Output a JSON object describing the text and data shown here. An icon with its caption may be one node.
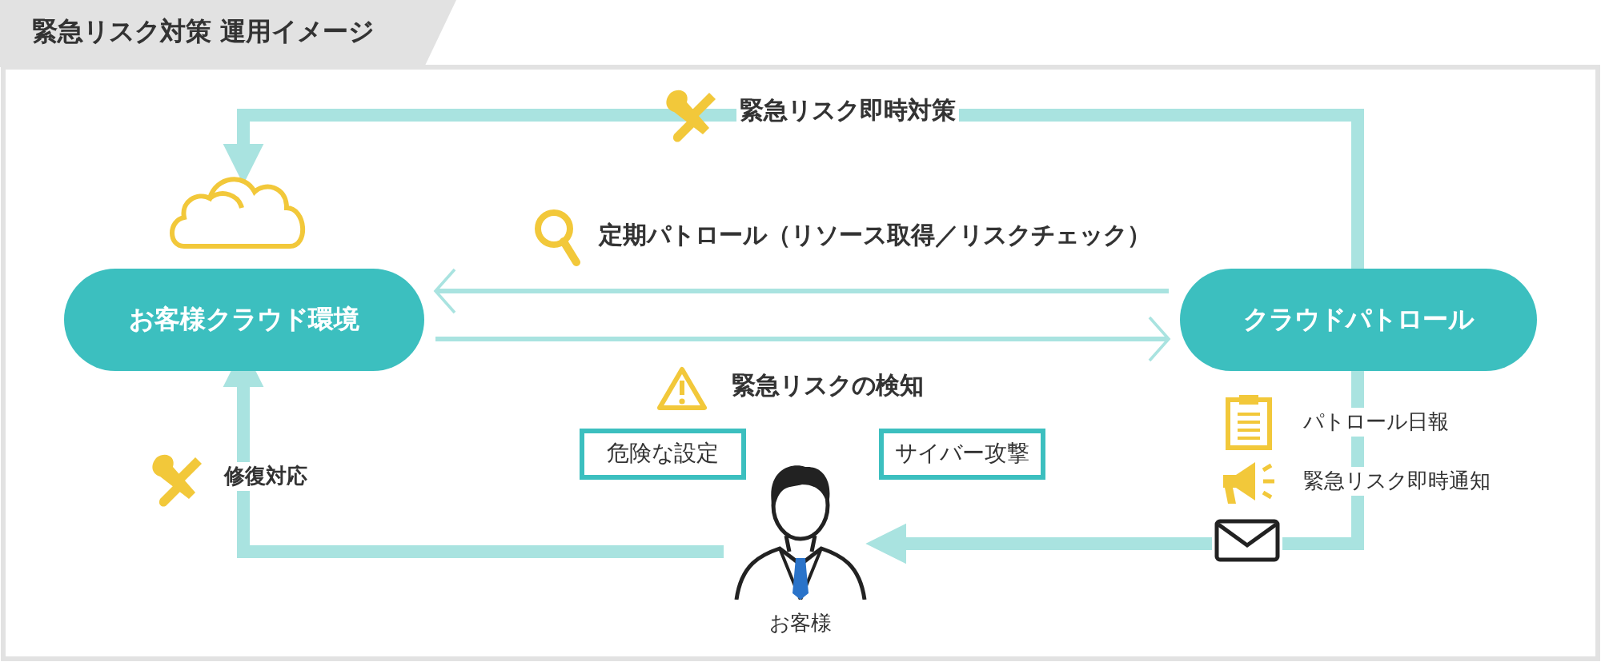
{
  "diagram": {
    "title": "緊急リスク対策 運用イメージ",
    "nodes": [
      {
        "text": [
          "お客様クラウド環境"
        ]
      },
      {
        "text": [
          "クラウドパトロール"
        ]
      },
      {
        "text": [
          "危険な設定"
        ]
      },
      {
        "text": [
          "サイバー攻撃"
        ]
      },
      {
        "text": [
          "お客様"
        ]
      },
      {
        "text": [],
        "shape": "cloud"
      }
    ],
    "edges": [
      {
        "from": 1,
        "to": 5,
        "arrow": "to",
        "label": "緊急リスク即時対策"
      },
      {
        "from": 1,
        "to": 0,
        "arrow": "to",
        "label": "定期パトロール（リソース取得／リスクチェック）"
      },
      {
        "from": 0,
        "to": 1,
        "arrow": "to"
      },
      {
        "from": 1,
        "to": 4,
        "arrow": "to"
      },
      {
        "from": 4,
        "to": 0,
        "arrow": "to",
        "label": "修復対応"
      }
    ],
    "labels": [
      "緊急リスクの検知",
      "パトロール日報",
      "緊急リスク即時通知"
    ]
  }
}
